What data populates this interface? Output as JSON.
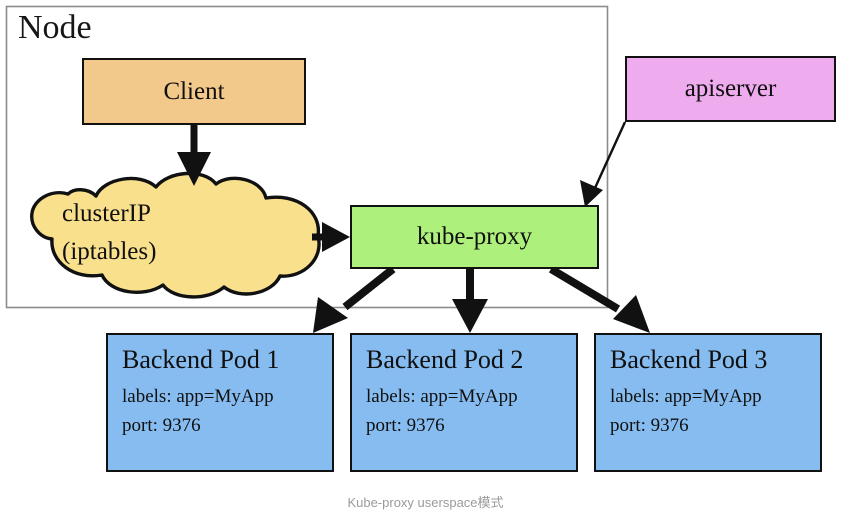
{
  "caption": "Kube-proxy userspace模式",
  "node": {
    "label": "Node",
    "border_color": "#8d8d8d"
  },
  "nodes": {
    "client": {
      "label": "Client",
      "fill": "#f2c98a"
    },
    "apiserver": {
      "label": "apiserver",
      "fill": "#eeabee"
    },
    "kube_proxy": {
      "label": "kube-proxy",
      "fill": "#adf07c"
    },
    "cluster_ip": {
      "line1": "clusterIP",
      "line2": "(iptables)",
      "fill": "#f8e08c"
    }
  },
  "pods": [
    {
      "title": "Backend Pod 1",
      "labels": "labels: app=MyApp",
      "port": "port: 9376",
      "fill": "#86bcef"
    },
    {
      "title": "Backend Pod 2",
      "labels": "labels: app=MyApp",
      "port": "port: 9376",
      "fill": "#86bcef"
    },
    {
      "title": "Backend Pod 3",
      "labels": "labels: app=MyApp",
      "port": "port: 9376",
      "fill": "#86bcef"
    }
  ],
  "edges": [
    {
      "from": "client",
      "to": "cluster_ip",
      "style": "thick-arrow"
    },
    {
      "from": "cluster_ip",
      "to": "kube_proxy",
      "style": "thick-arrow"
    },
    {
      "from": "apiserver",
      "to": "kube_proxy",
      "style": "thin-arrow"
    },
    {
      "from": "kube_proxy",
      "to": "pod-1",
      "style": "thick-arrow"
    },
    {
      "from": "kube_proxy",
      "to": "pod-2",
      "style": "thick-arrow"
    },
    {
      "from": "kube_proxy",
      "to": "pod-3",
      "style": "thick-arrow"
    }
  ],
  "colors": {
    "stroke": "#111111",
    "caption": "#9b9b9b",
    "background": "#ffffff"
  }
}
